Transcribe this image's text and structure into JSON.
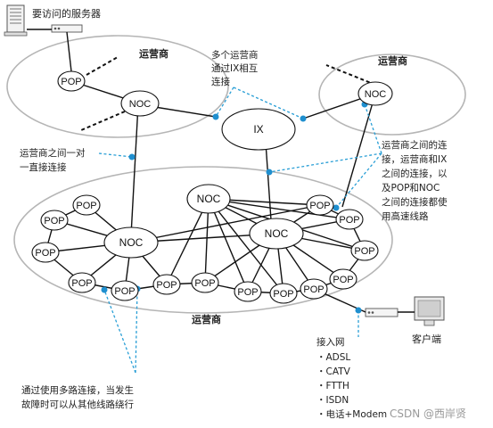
{
  "server_label": "要访问的服务器",
  "carriers": {
    "top_left": "运营商",
    "top_right": "运营商",
    "bottom": "运营商"
  },
  "nodes": {
    "pop": "POP",
    "noc": "NOC",
    "ix": "IX"
  },
  "notes": {
    "ix_interconnect": [
      "多个运营商",
      "通过IX相互",
      "连接"
    ],
    "direct": [
      "运营商之间一对",
      "一直接连接"
    ],
    "highspeed": [
      "运营商之间的连",
      "接，运营商和IX",
      "之间的连接，以",
      "及POP和NOC",
      "之间的连接都使",
      "用高速线路"
    ],
    "multipath": [
      "通过使用多路连接，当发生",
      "故障时可以从其他线路绕行"
    ]
  },
  "client_label": "客户端",
  "access_net": {
    "title": "接入网",
    "items": [
      "・ADSL",
      "・CATV",
      "・FTTH",
      "・ISDN",
      "・电话+Modem"
    ]
  },
  "watermark": "CSDN @西岸贤",
  "colors": {
    "line": "#111111",
    "leader": "#2a9fd6",
    "ellipse_stroke": "#b5b5b5",
    "dot": "#1f8fcf"
  }
}
